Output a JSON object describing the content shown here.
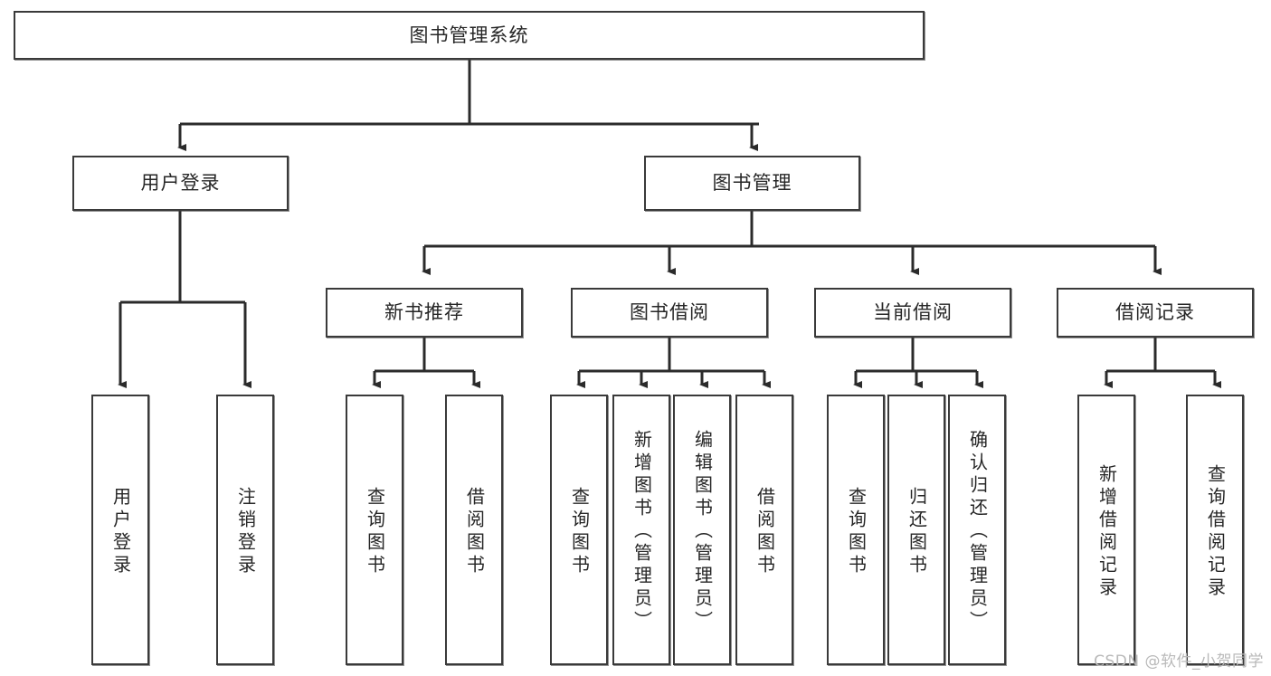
{
  "diagram": {
    "type": "tree-hierarchy",
    "title": "图书管理系统",
    "watermark": "CSDN @软件_小贺同学",
    "colors": {
      "background": "#ffffff",
      "box_border": "#3a3a3a",
      "box_fill": "#ffffff",
      "text": "#262626",
      "connector": "#2b2b2b",
      "watermark": "#b9b9b9"
    },
    "root": {
      "label": "图书管理系统"
    },
    "level2": [
      {
        "label": "用户登录"
      },
      {
        "label": "图书管理"
      }
    ],
    "level3": [
      {
        "label": "新书推荐"
      },
      {
        "label": "图书借阅"
      },
      {
        "label": "当前借阅"
      },
      {
        "label": "借阅记录"
      }
    ],
    "leaves": {
      "user_login": [
        {
          "label": "用户登录"
        },
        {
          "label": "注销登录"
        }
      ],
      "new_book_recommend": [
        {
          "label": "查询图书"
        },
        {
          "label": "借阅图书"
        }
      ],
      "book_borrow": [
        {
          "label": "查询图书"
        },
        {
          "label": "新增图书（管理员）"
        },
        {
          "label": "编辑图书（管理员）"
        },
        {
          "label": "借阅图书"
        }
      ],
      "current_borrow": [
        {
          "label": "查询图书"
        },
        {
          "label": "归还图书"
        },
        {
          "label": "确认归还（管理员）"
        }
      ],
      "borrow_record": [
        {
          "label": "新增借阅记录"
        },
        {
          "label": "查询借阅记录"
        }
      ]
    }
  }
}
